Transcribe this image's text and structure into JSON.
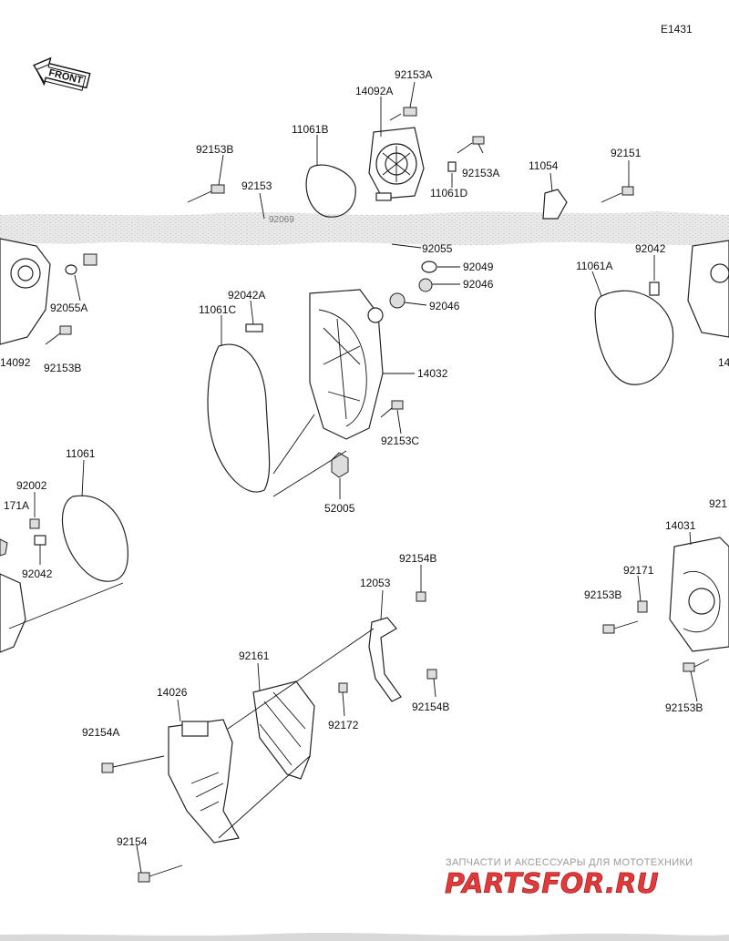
{
  "diagram_code": "E1431",
  "front_label": "FRONT",
  "part_labels": [
    "92153A",
    "14092A",
    "11061B",
    "92153A",
    "92153B",
    "92153",
    "11061D",
    "11054",
    "92151",
    "92055",
    "92049",
    "92046",
    "92046",
    "92042",
    "92055A",
    "92042A",
    "11061C",
    "11061A",
    "14092",
    "92153B",
    "14032",
    "92153C",
    "52005",
    "11061",
    "92002",
    "171A",
    "92042",
    "92154B",
    "12053",
    "92171",
    "92153B",
    "14031",
    "92161",
    "92154B",
    "14026",
    "92172",
    "92154A",
    "92154",
    "92153B",
    "92069",
    "921",
    "14"
  ],
  "watermark": {
    "caption": "ЗАПЧАСТИ И АКСЕССУАРЫ ДЛЯ МОТОТЕХНИКИ",
    "brand": "PARTSFOR.RU"
  }
}
